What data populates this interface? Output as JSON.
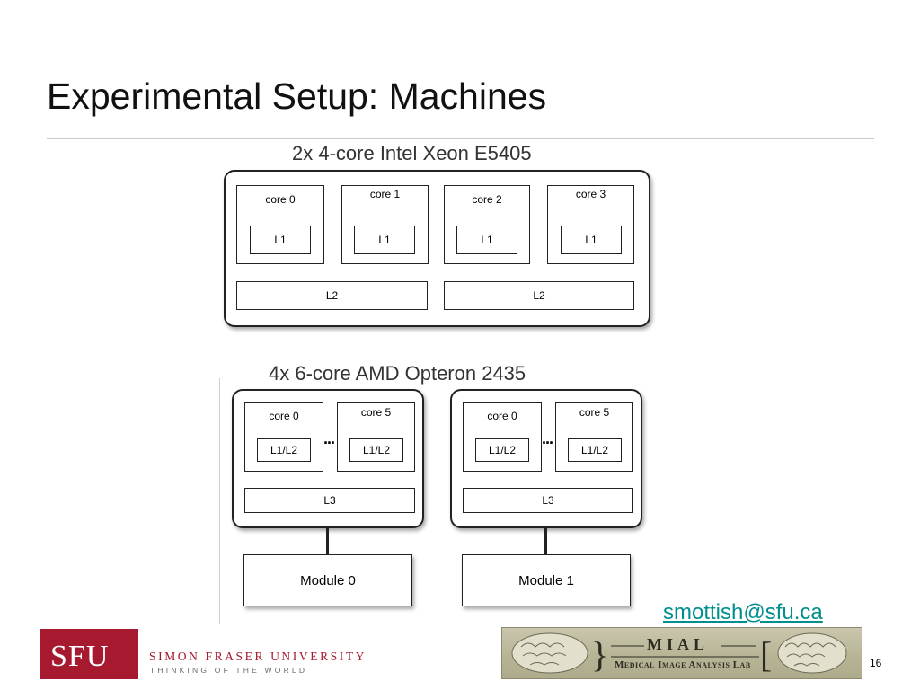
{
  "slide": {
    "title": "Experimental Setup: Machines",
    "page_number": "16",
    "email": "smottish@sfu.ca"
  },
  "intel": {
    "caption": "2x 4-core Intel Xeon E5405",
    "cores": [
      {
        "name": "core 0",
        "cache": "L1"
      },
      {
        "name": "core 1",
        "cache": "L1"
      },
      {
        "name": "core 2",
        "cache": "L1"
      },
      {
        "name": "core 3",
        "cache": "L1"
      }
    ],
    "shared": [
      "L2",
      "L2"
    ]
  },
  "amd": {
    "caption": "4x 6-core AMD Opteron 2435",
    "sockets": [
      {
        "cores": [
          {
            "name": "core 0",
            "cache": "L1/L2"
          },
          {
            "name": "core 5",
            "cache": "L1/L2"
          }
        ],
        "ellipsis": "...",
        "shared": "L3",
        "module": "Module 0"
      },
      {
        "cores": [
          {
            "name": "core 0",
            "cache": "L1/L2"
          },
          {
            "name": "core 5",
            "cache": "L1/L2"
          }
        ],
        "ellipsis": "...",
        "shared": "L3",
        "module": "Module 1"
      }
    ]
  },
  "footer": {
    "sfu_abbrev": "SFU",
    "sfu_name": "SIMON FRASER UNIVERSITY",
    "sfu_tagline": "THINKING OF THE WORLD",
    "mial_title": "MIAL",
    "mial_subtitle": "Medical Image Analysis Lab"
  },
  "colors": {
    "sfu_red": "#a6192e",
    "email_link": "#008f8f",
    "mial_banner": "#b9b698"
  }
}
